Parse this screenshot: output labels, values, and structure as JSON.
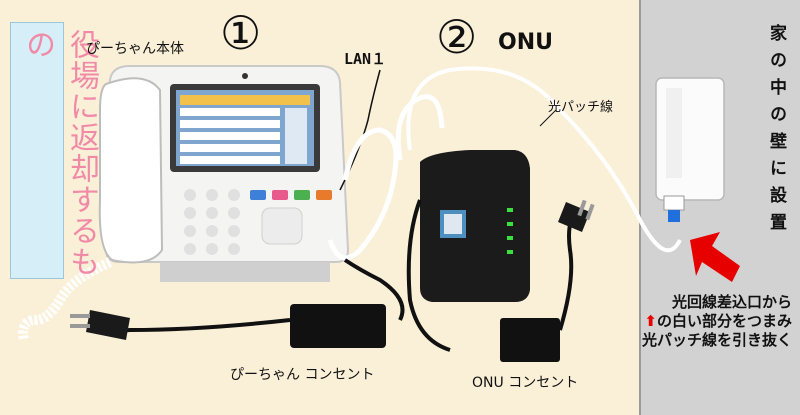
{
  "labels": {
    "vertical_return": "役場に返却するもの",
    "device_main": "ぴーちゃん本体",
    "num1": "①",
    "num2": "②",
    "onu_title": "ONU",
    "lan": "LAN１",
    "fiber": "光パッチ線",
    "wall": "家の中の壁に設置",
    "pchan_outlet": "ぴーちゃん コンセント",
    "onu_outlet": "ONU コンセント",
    "note_line1": "光回線差込口から",
    "note_line2": "の白い部分をつまみ",
    "note_line3": "光パッチ線を引き抜く",
    "note_arrow": "⬆"
  },
  "colors": {
    "background": "#faf0d8",
    "wall_panel": "#d0d0d0",
    "title_pink": "#f08aa6",
    "title_box": "#d6eef7",
    "arrow_red": "#e60000"
  }
}
